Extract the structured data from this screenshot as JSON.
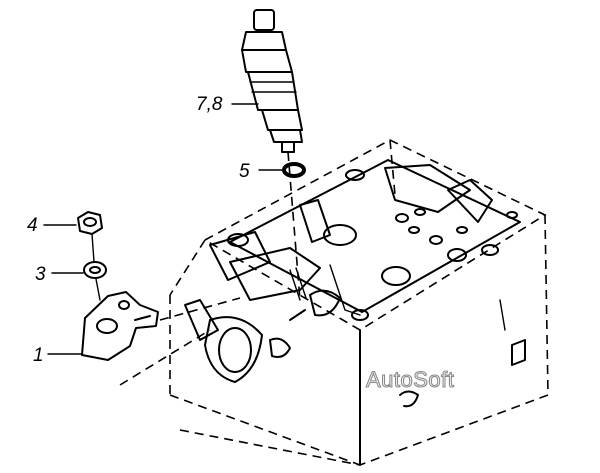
{
  "callouts": {
    "injector": "7,8",
    "seal_ring": "5",
    "nut": "4",
    "washer": "3",
    "bracket": "1"
  },
  "watermark": "AutoSoft"
}
